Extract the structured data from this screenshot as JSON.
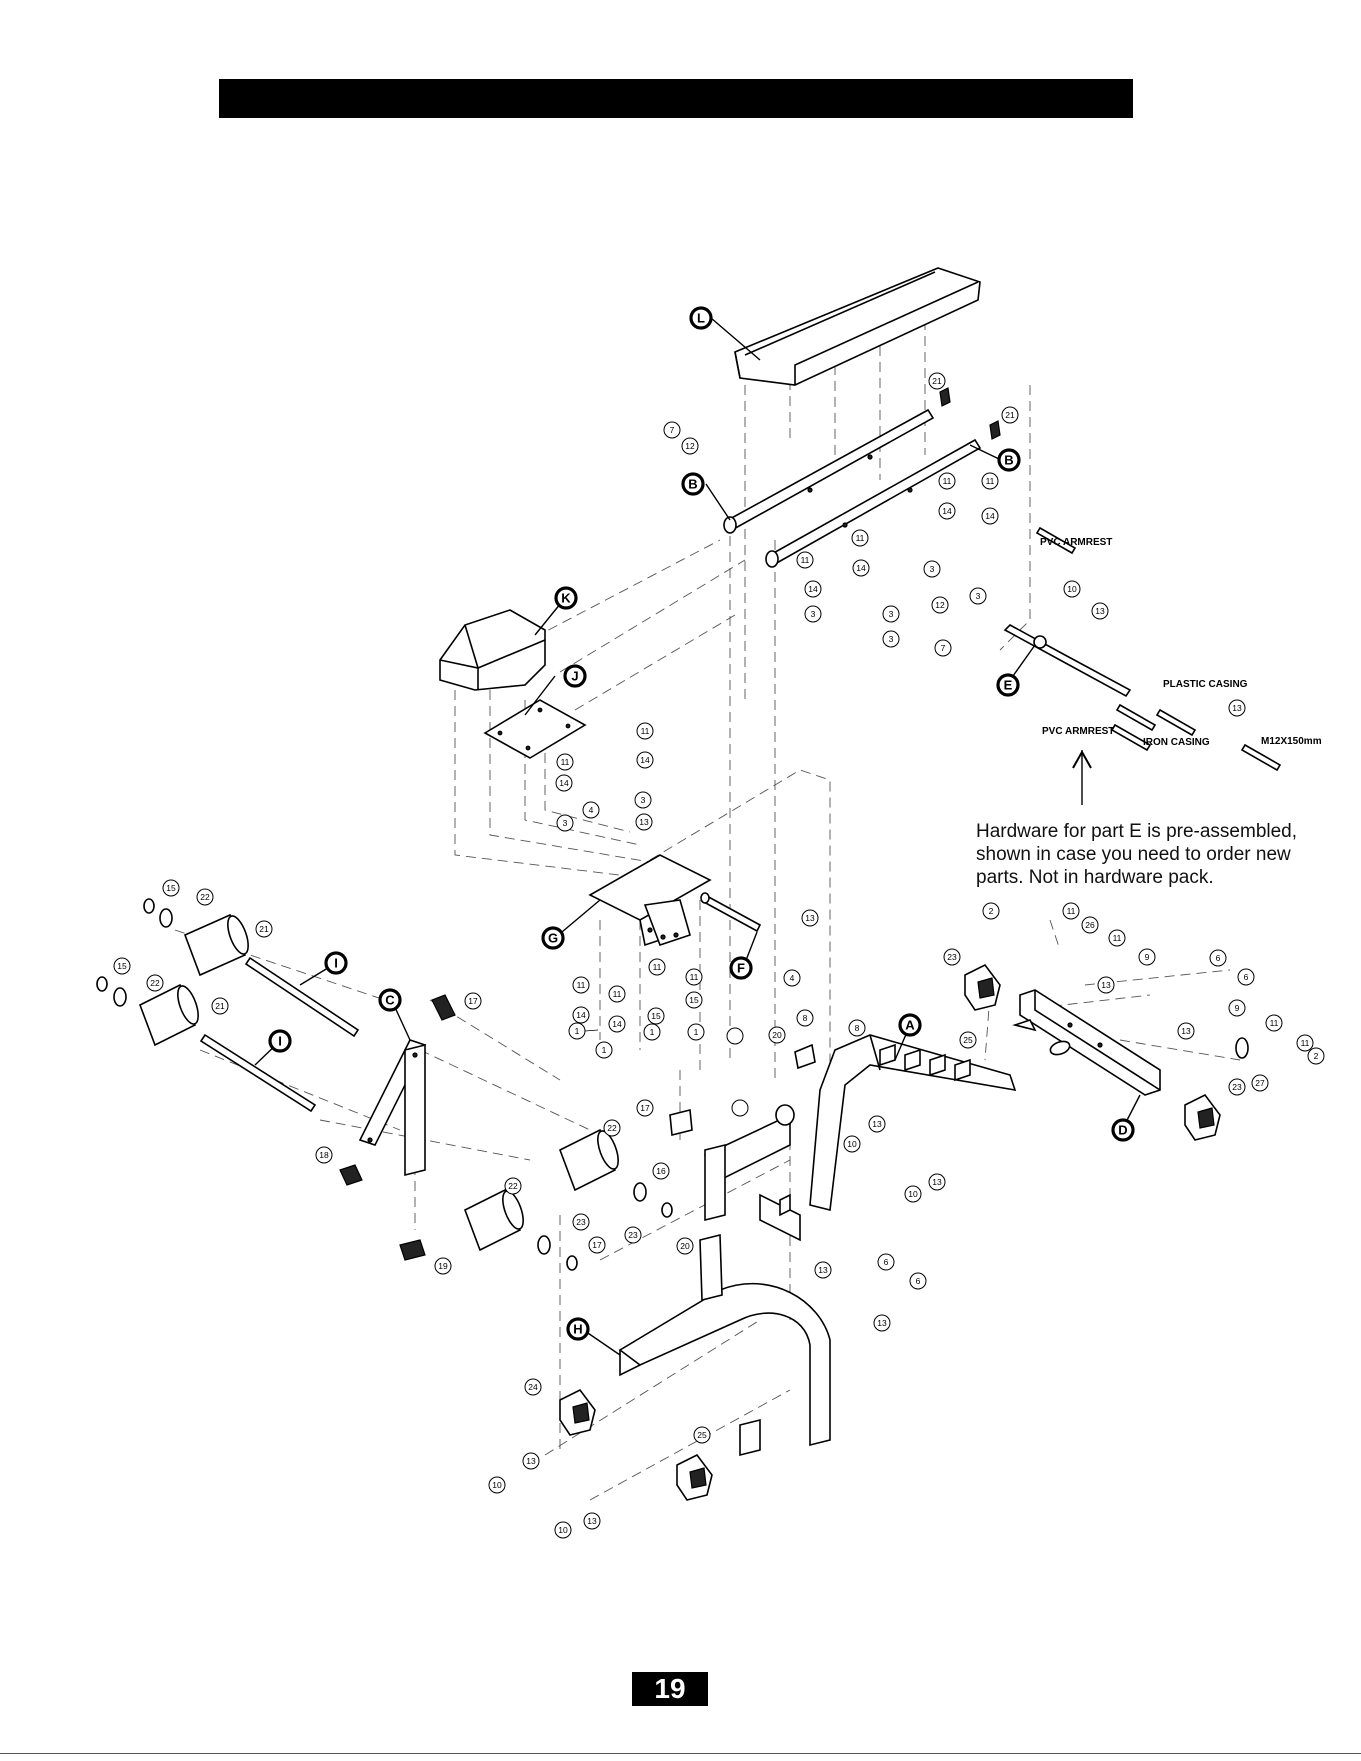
{
  "parts": [
    "A",
    "B",
    "B",
    "C",
    "D",
    "E",
    "F",
    "G",
    "H",
    "I",
    "I",
    "J",
    "K",
    "L"
  ],
  "callouts": [
    "1",
    "1",
    "1",
    "1",
    "2",
    "2",
    "3",
    "3",
    "3",
    "3",
    "3",
    "3",
    "3",
    "4",
    "4",
    "6",
    "6",
    "6",
    "6",
    "7",
    "7",
    "8",
    "8",
    "9",
    "9",
    "10",
    "10",
    "10",
    "10",
    "10",
    "11",
    "11",
    "11",
    "11",
    "11",
    "11",
    "11",
    "11",
    "11",
    "11",
    "11",
    "11",
    "11",
    "11",
    "12",
    "12",
    "13",
    "13",
    "13",
    "13",
    "13",
    "13",
    "13",
    "13",
    "13",
    "13",
    "13",
    "13",
    "14",
    "14",
    "14",
    "14",
    "14",
    "14",
    "14",
    "14",
    "15",
    "15",
    "15",
    "15",
    "16",
    "17",
    "17",
    "17",
    "18",
    "19",
    "20",
    "20",
    "21",
    "21",
    "21",
    "21",
    "22",
    "22",
    "22",
    "22",
    "23",
    "23",
    "23",
    "23",
    "24",
    "25",
    "25",
    "26",
    "27"
  ],
  "labels": {
    "pvc_armrest_top": "PVC ARMREST",
    "plastic_casing": "PLASTIC CASING",
    "pvc_armrest_bottom": "PVC ARMREST",
    "iron_casing": "IRON CASING",
    "bolt_size": "M12X150mm"
  },
  "note": {
    "line1": "Hardware for part E is pre-assembled,",
    "line2": "shown in case you need to order new",
    "line3": "parts. Not in hardware pack."
  },
  "page_number": "19"
}
